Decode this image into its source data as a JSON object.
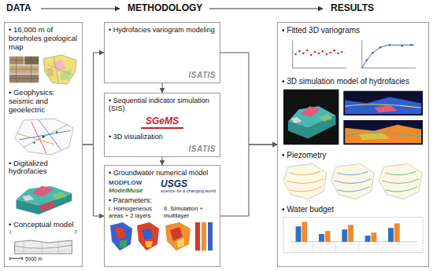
{
  "diagram": {
    "nodes": [
      {
        "text": [
          "• 16,000 m of boreholes geological map",
          "• Geophysics: seismic and geoelectric",
          "• Digitalized hydrofacies",
          "• Conceptual model"
        ]
      },
      {
        "text": [
          "• Hydrofacies variogram modeling",
          "ISATIS"
        ]
      },
      {
        "text": [
          "• Sequential indicator simulation (SIS)",
          "SGeMS",
          "• 3D visualization",
          "ISATIS"
        ]
      },
      {
        "text": [
          "• Groundwater numerical model",
          "MODFLOW",
          "ModelMuse",
          "USGS",
          "science for a changing world",
          "• Parameters:",
          "I. Homogeneous areas + 2 layers",
          "II. Simulation + multilayer"
        ]
      },
      {
        "text": [
          "• Fitted 3D variograms",
          "• 3D simulation model of hydrofacies",
          "• Piezometry",
          "• Water budget"
        ]
      }
    ],
    "edges": [
      {
        "from": 0,
        "to": 1,
        "arrow": "to"
      },
      {
        "from": 0,
        "to": 3,
        "arrow": "to"
      },
      {
        "from": 1,
        "to": 2,
        "arrow": "to"
      },
      {
        "from": 2,
        "to": 3,
        "arrow": "to"
      },
      {
        "from": 1,
        "to": 4,
        "arrow": "to"
      },
      {
        "from": 3,
        "to": 4,
        "arrow": "to"
      }
    ],
    "labels": [
      "DATA",
      "METHODOLOGY",
      "RESULTS",
      "I",
      "I'",
      "5000 m"
    ]
  }
}
